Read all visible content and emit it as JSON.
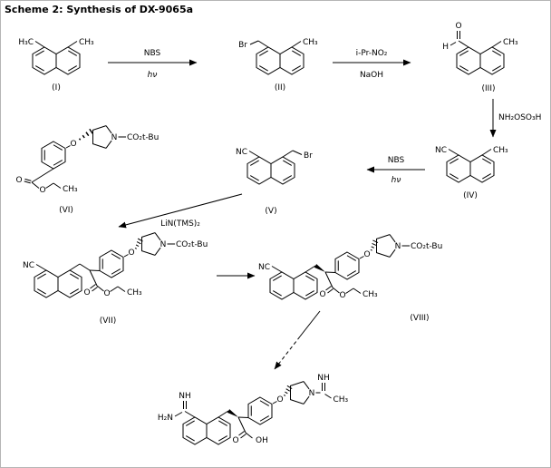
{
  "title": "Scheme 2: Synthesis of DX-9065a",
  "arrows": {
    "a1_above": "NBS",
    "a1_below": "hν",
    "a2_above": "i-Pr-NO₂",
    "a2_below": "NaOH",
    "a3_label": "NH₂OSO₃H",
    "a4_above": "NBS",
    "a4_below": "hν",
    "a5_label": "LiN(TMS)₂"
  },
  "s1": {
    "left": "H₃C",
    "right": "CH₃",
    "label": "(I)"
  },
  "s2": {
    "br": "Br",
    "ch3": "CH₃",
    "label": "(II)"
  },
  "s3": {
    "o": "O",
    "h": "H",
    "ch3": "CH₃",
    "label": "(III)"
  },
  "s4": {
    "nc": "NC",
    "ch3": "CH₃",
    "label": "(IV)"
  },
  "s5": {
    "nc": "NC",
    "br": "Br",
    "label": "(V)"
  },
  "s6": {
    "o_ether": "O",
    "n": "N",
    "boc": "CO₂t-Bu",
    "o_keto": "O",
    "o_ester": "O",
    "ch3": "CH₃",
    "label": "(VI)"
  },
  "s7": {
    "nc": "NC",
    "o_ether": "O",
    "n": "N",
    "boc": "CO₂t-Bu",
    "o_keto": "O",
    "o_ester": "O",
    "ch3": "CH₃",
    "label": "(VII)"
  },
  "s8": {
    "nc": "NC",
    "o_ether": "O",
    "n": "N",
    "boc": "CO₂t-Bu",
    "o_keto": "O",
    "o_ester": "O",
    "ch3": "CH₃",
    "label": "(VIII)"
  },
  "product": {
    "nh_amidine": "NH",
    "h2n": "H₂N",
    "o_keto": "O",
    "oh": "OH",
    "o_ether": "O",
    "n": "N",
    "nh_imidoyl": "NH",
    "ch3": "CH₃"
  }
}
